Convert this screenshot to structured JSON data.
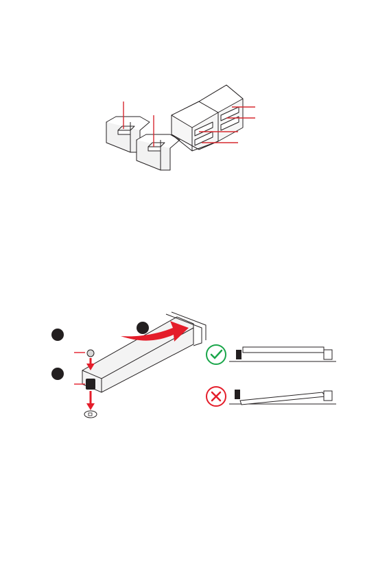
{
  "sata_figure": {
    "ports": [
      "sata-port-left",
      "sata-port-middle",
      "sata-port-stack"
    ],
    "callout_color": "#d7282f",
    "outline_color": "#231f20"
  },
  "m2_figure": {
    "steps": [
      "",
      "",
      ""
    ],
    "arrow_color": "#e41d2a",
    "correct_color": "#1aa64a",
    "incorrect_color": "#e41d2a",
    "correct_icon": "check-circle-icon",
    "incorrect_icon": "x-circle-icon"
  }
}
